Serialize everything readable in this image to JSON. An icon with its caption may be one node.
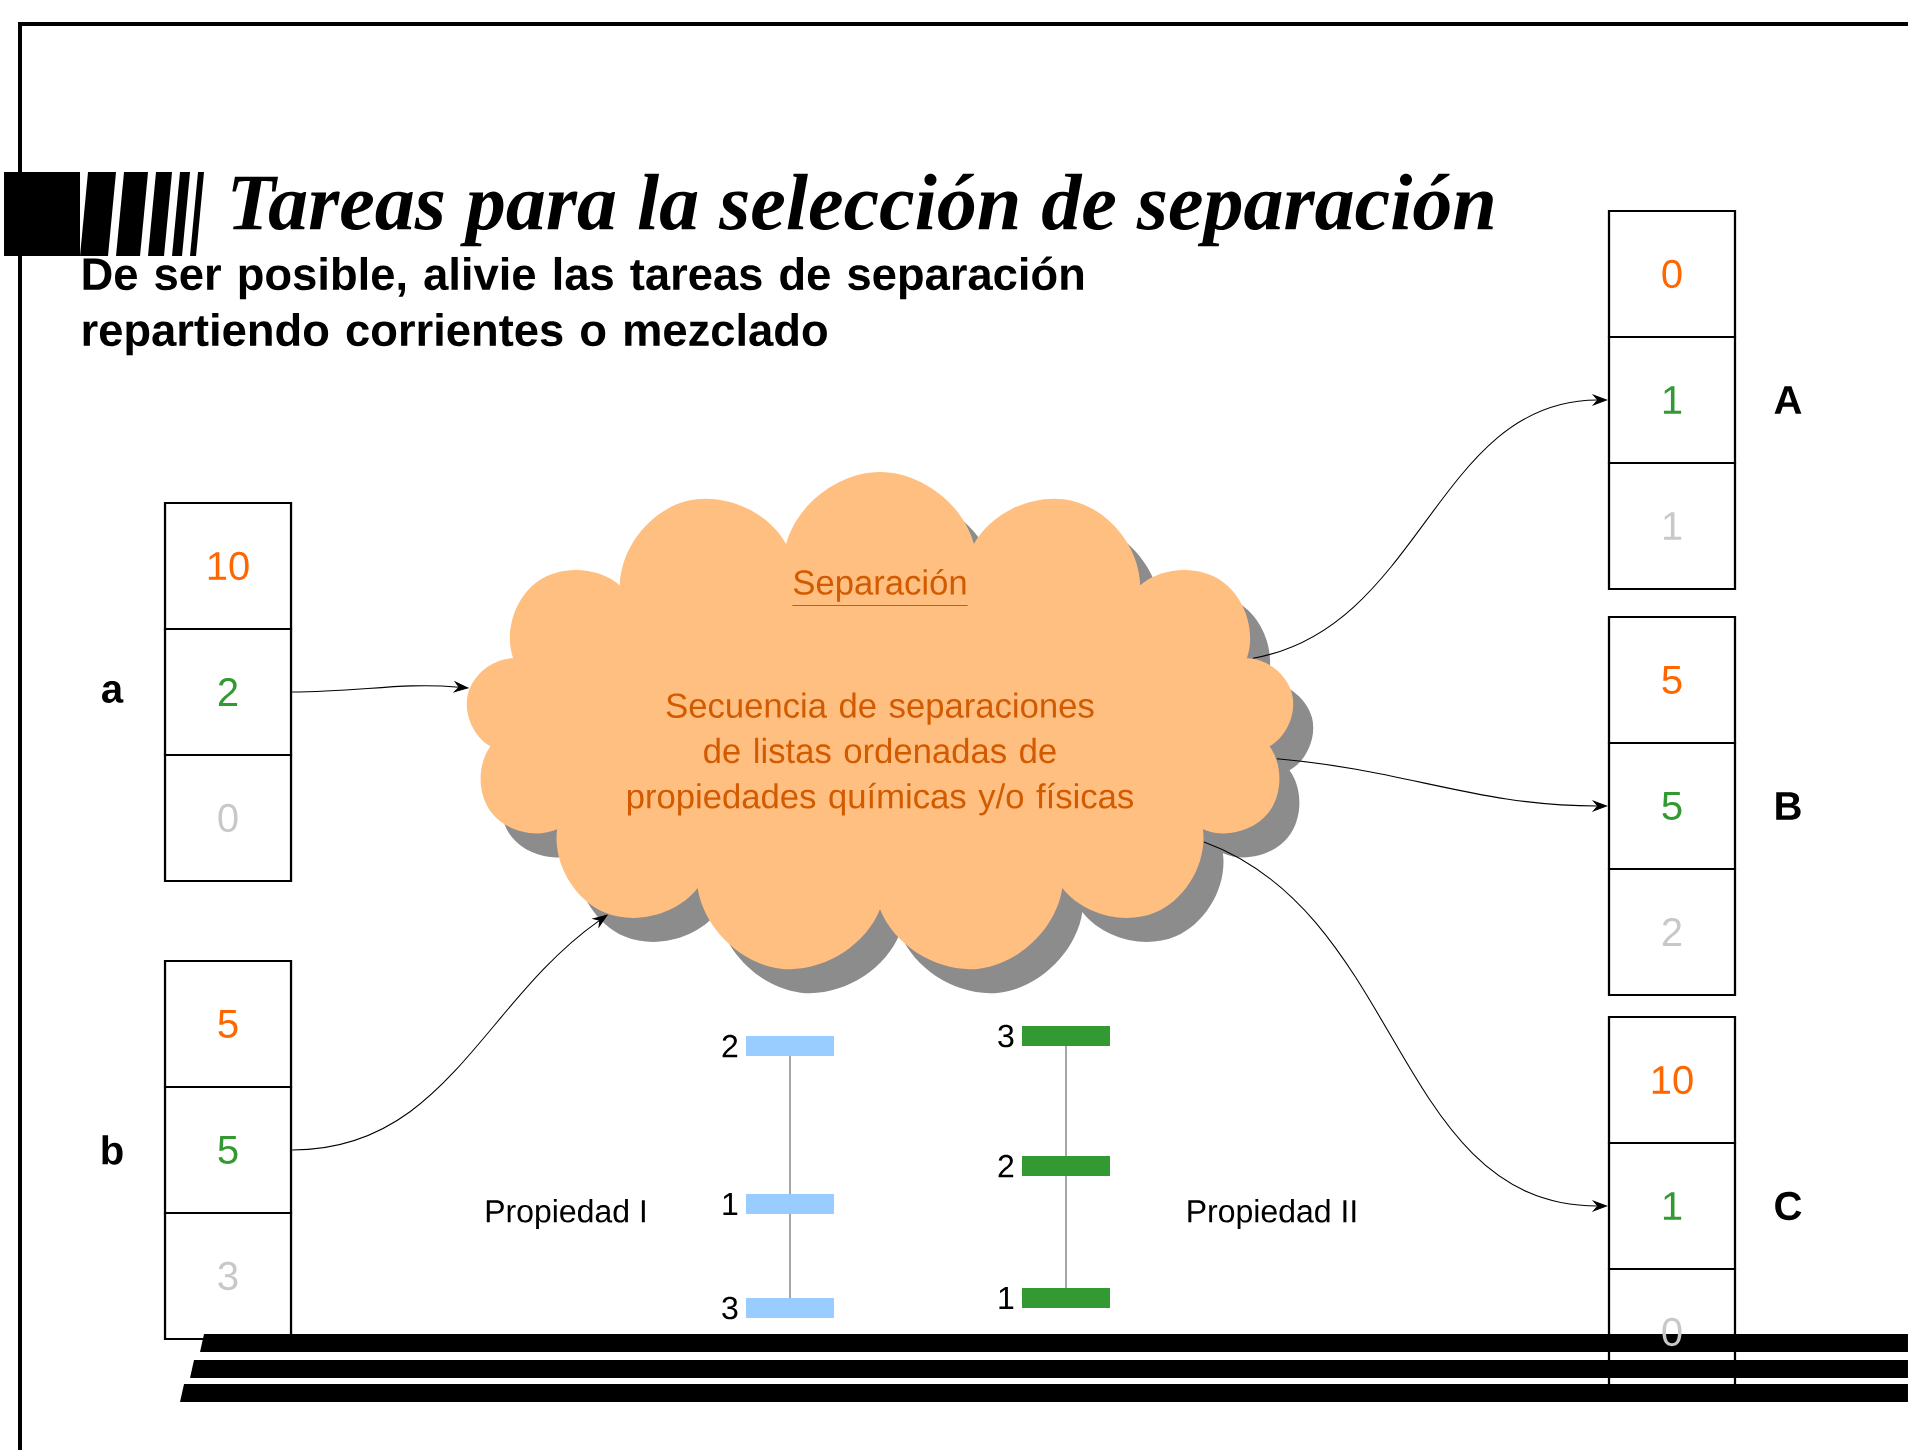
{
  "diagram": {
    "title": "Tareas para la selección de separación",
    "nodes": [
      {
        "text": [],
        "shape": "box",
        "beside": [
          "A"
        ]
      },
      {
        "text": [
          "0"
        ],
        "in": 0
      },
      {
        "text": [
          "1"
        ],
        "in": 0
      },
      {
        "text": [
          "1"
        ],
        "in": 0
      },
      {
        "text": [],
        "shape": "box",
        "beside": [
          "a"
        ]
      },
      {
        "text": [
          "10"
        ],
        "in": 4
      },
      {
        "text": [
          "2"
        ],
        "in": 4
      },
      {
        "text": [
          "0"
        ],
        "in": 4
      },
      {
        "text": [
          "Separación",
          "Secuencia de separaciones de listas ordenadas de propiedades químicas y/o físicas"
        ]
      },
      {
        "text": [],
        "shape": "box",
        "beside": [
          "B"
        ]
      },
      {
        "text": [
          "5"
        ],
        "in": 9
      },
      {
        "text": [
          "5"
        ],
        "in": 9
      },
      {
        "text": [
          "2"
        ],
        "in": 9
      },
      {
        "text": [],
        "shape": "box",
        "beside": [
          "b"
        ]
      },
      {
        "text": [
          "5"
        ],
        "in": 13
      },
      {
        "text": [
          "5"
        ],
        "in": 13
      },
      {
        "text": [
          "3"
        ],
        "in": 13
      },
      {
        "text": [],
        "shape": "box",
        "beside": [
          "C"
        ]
      },
      {
        "text": [
          "10"
        ],
        "in": 17
      },
      {
        "text": [
          "1"
        ],
        "in": 17
      },
      {
        "text": [
          "0"
        ],
        "in": 17
      }
    ],
    "edges": [
      {
        "from": 4,
        "to": 8,
        "arrow": "to"
      },
      {
        "from": 13,
        "to": 8,
        "arrow": "to"
      },
      {
        "from": 8,
        "to": 0,
        "arrow": "to"
      },
      {
        "from": 8,
        "to": 9,
        "arrow": "to"
      },
      {
        "from": 8,
        "to": 17,
        "arrow": "to"
      }
    ],
    "labels": [
      "De ser posible, alivie las tareas de separación repartiendo corrientes o mezclado",
      "2",
      "1",
      "3",
      "Propiedad I",
      "3",
      "2",
      "1",
      "Propiedad II"
    ]
  }
}
